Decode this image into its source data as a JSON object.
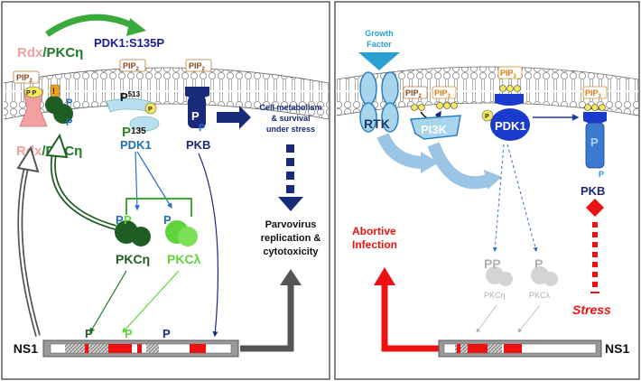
{
  "left_panel": {
    "rdx_pkc_top": {
      "rdx": "Rdx",
      "sep": "/",
      "pkc": "PKCη"
    },
    "pdk1_mutation": "PDK1:S135P",
    "pip2_labels": [
      "PIP",
      "PIP",
      "PIP"
    ],
    "pip_subscript": "2",
    "p_letter": "P",
    "p513": "P",
    "p513_sup": "513",
    "p135": "P",
    "p135_sub": "135",
    "pdk1": "PDK1",
    "pkb": "PKB",
    "outcome_1": [
      "Cell metabolism",
      "& survival",
      "under stress"
    ],
    "rdx_pkc_mid": {
      "rdx": "Rdx",
      "sep": "/",
      "pkc": "PKCη"
    },
    "pkc_eta": "PKCη",
    "pkc_lambda": "PKCλ",
    "outcome_2": [
      "Parvovirus",
      "replication &",
      "cytotoxicity"
    ],
    "ns1": "NS1",
    "warning_glyph": "!"
  },
  "right_panel": {
    "growth_factor": [
      "Growth",
      "Factor"
    ],
    "rtk": "RTK",
    "pip_labels": [
      "PIP",
      "PIP",
      "PIP",
      "PIP"
    ],
    "pip_subs": [
      "2",
      "3",
      "3",
      "3"
    ],
    "pi3k": "PI3K",
    "pdk1": "PDK1",
    "pkb": "PKB",
    "pp": "PP",
    "p": "P",
    "pkc_eta": "PKCη",
    "pkc_lambda": "PKCλ",
    "abortive": [
      "Abortive",
      "Infection"
    ],
    "stress": "Stress",
    "ns1": "NS1"
  },
  "colors": {
    "rdx": "#f2a0a0",
    "pkc_green": "#1e7a2a",
    "pkc_lambda": "#5fd33a",
    "dark_blue": "#1a2a7a",
    "mid_blue": "#1f6fb0",
    "red": "#ee1111",
    "gray": "#9a9a9a"
  }
}
